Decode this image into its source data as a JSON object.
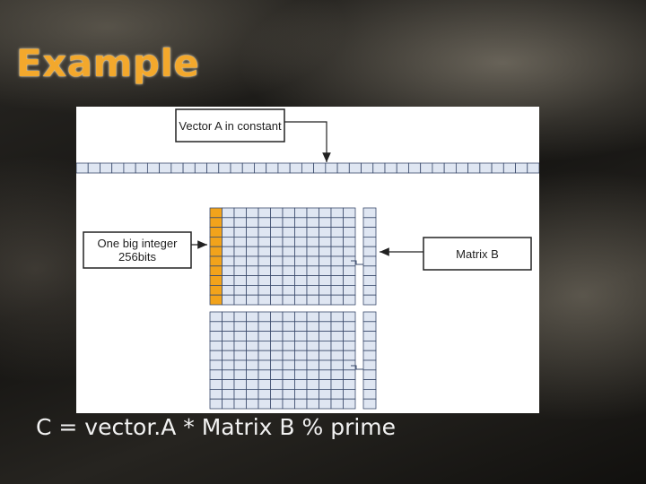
{
  "slide": {
    "title": "Example",
    "caption": "C = vector.A * Matrix B % prime"
  },
  "diagram": {
    "vector_label": "Vector A in constant",
    "integer_label": "One big integer 256bits",
    "matrix_label": "Matrix B",
    "colors": {
      "cell_fill": "#dfe6f2",
      "cell_stroke": "#3a4a6b",
      "highlight": "#f2a31b"
    }
  }
}
